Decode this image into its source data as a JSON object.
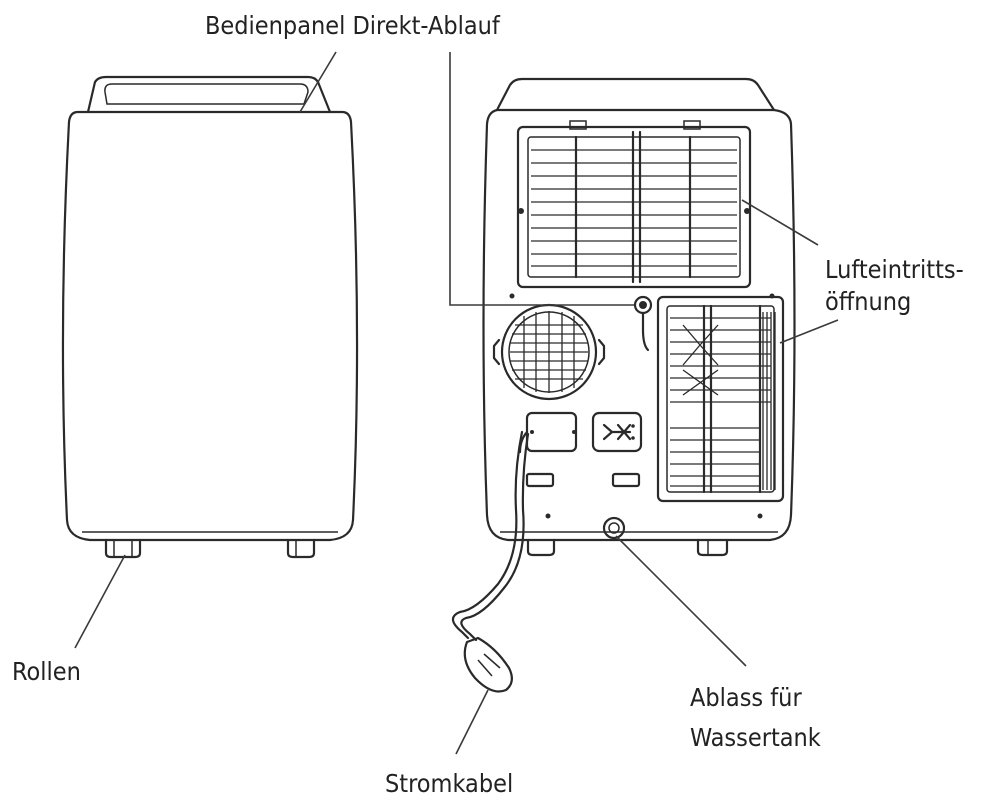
{
  "labels": {
    "control_panel": "Bedienpanel Direkt-Ablauf",
    "air_inlet_line1": "Lufteintritts-",
    "air_inlet_line2": "öffnung",
    "wheels": "Rollen",
    "drain_line1": "Ablass für",
    "drain_line2": "Wassertank",
    "power_cable": "Stromkabel"
  },
  "colors": {
    "line": "#2a2a2a",
    "text": "#222222",
    "background": "#ffffff"
  }
}
